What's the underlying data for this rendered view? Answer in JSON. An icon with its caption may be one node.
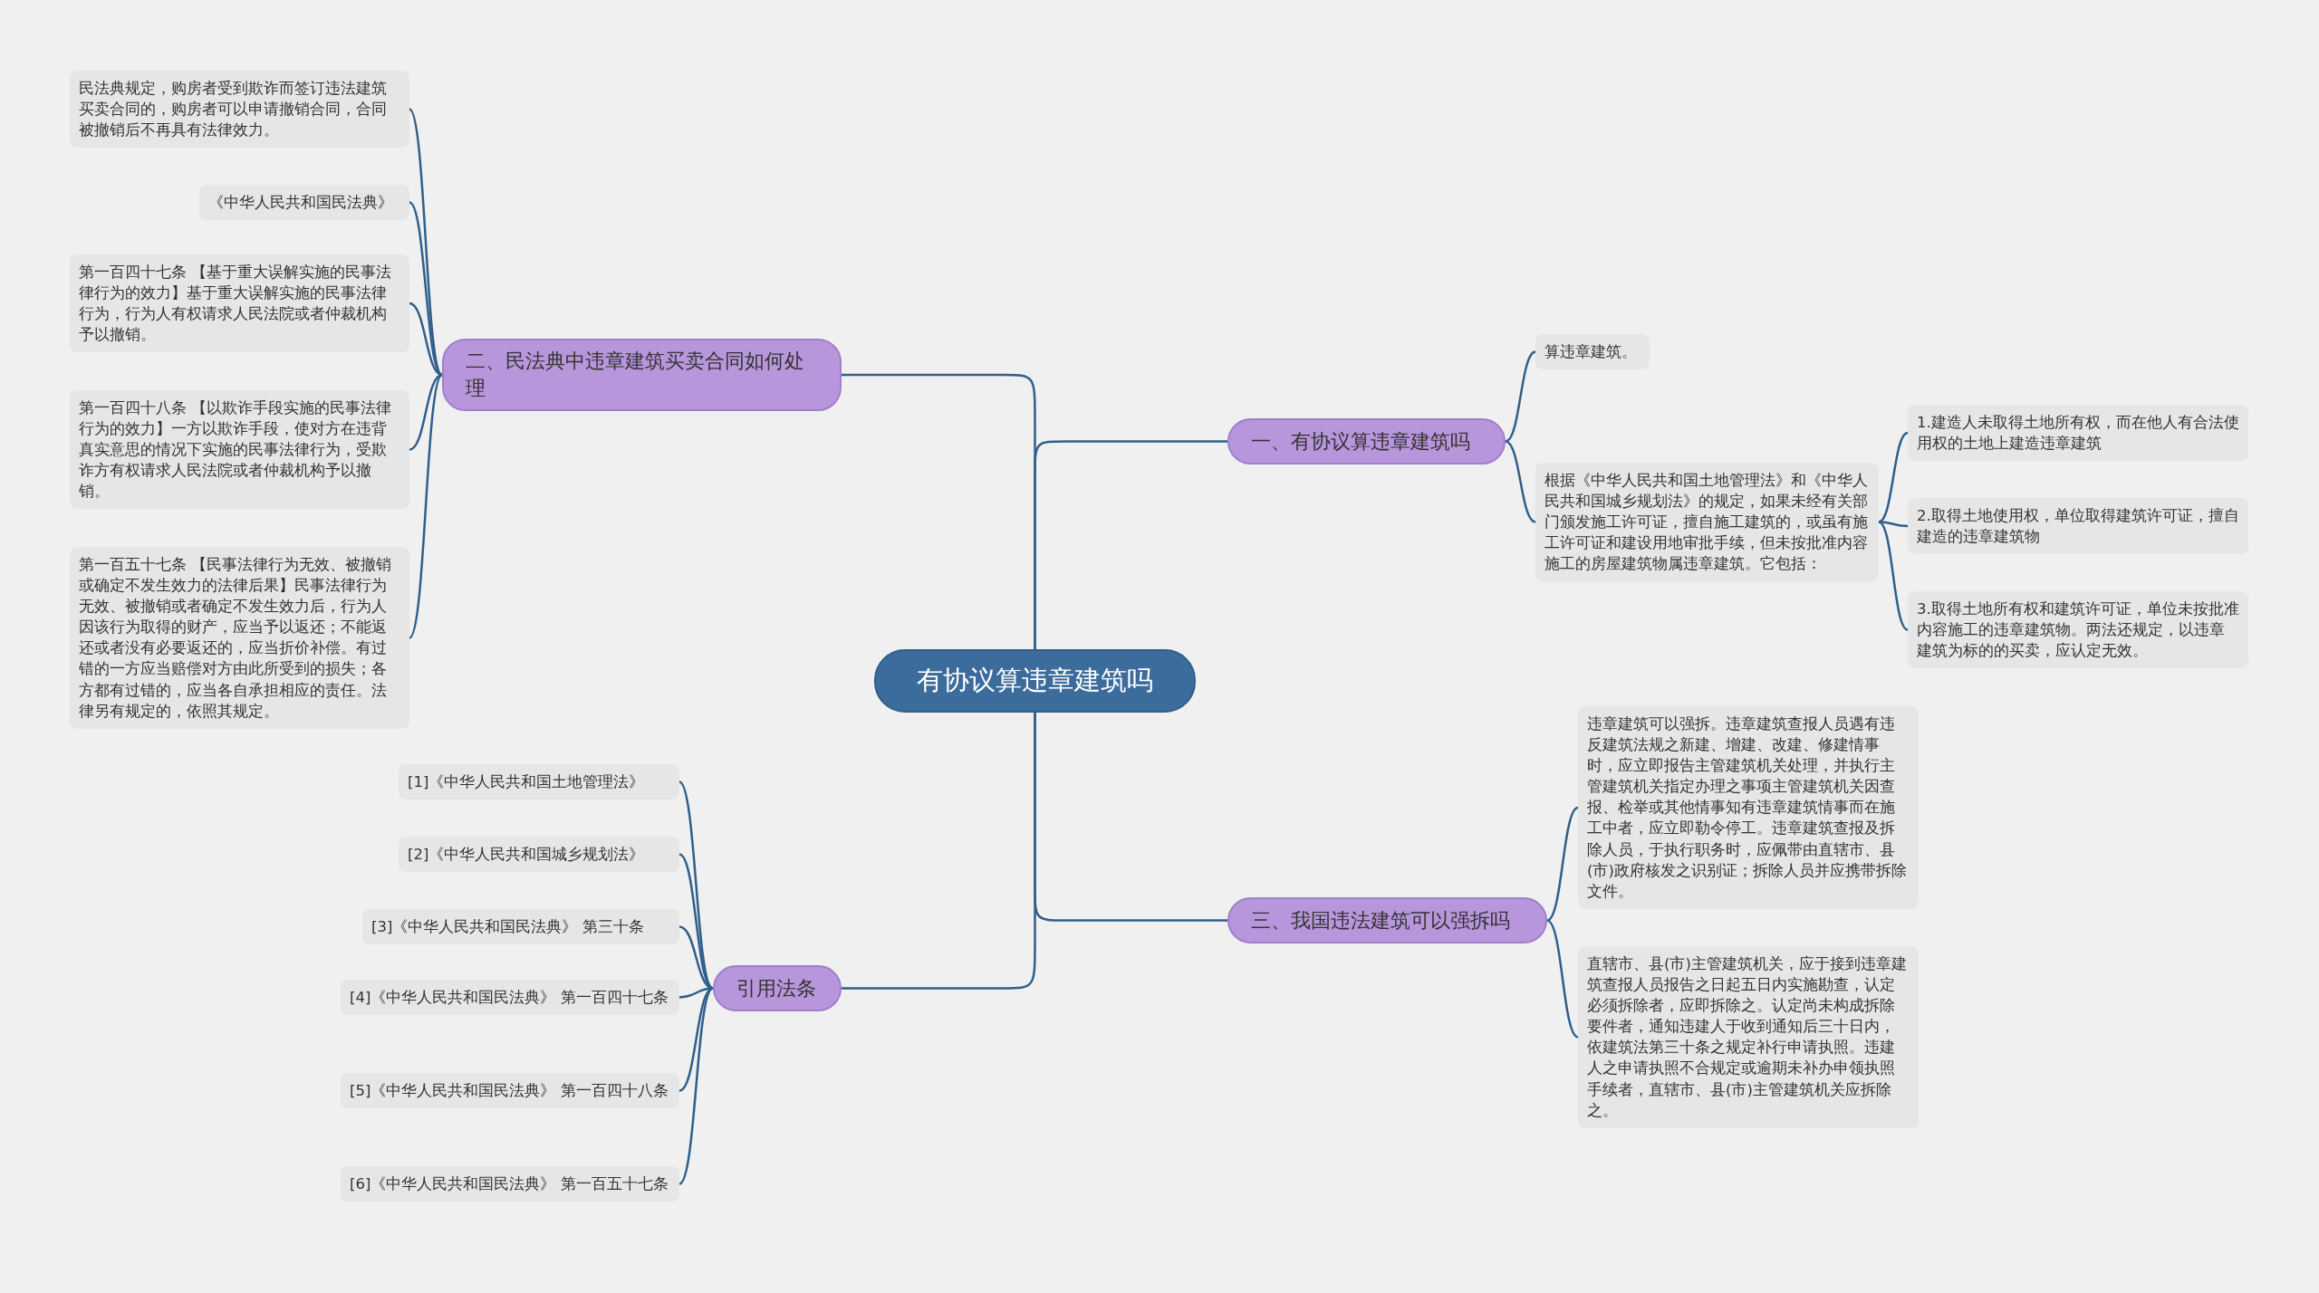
{
  "diagram": {
    "nodes": [
      {
        "text": [
          "有协议算违章建筑吗"
        ]
      },
      {
        "text": [
          "一、有协议算违章建筑吗"
        ]
      },
      {
        "text": [
          "算违章建筑。"
        ]
      },
      {
        "text": [
          "根据《中华人民共和国土地管理法》和《中华人民共和国城乡规划法》的规定，如果未经有关部门颁发施工许可证，擅自施工建筑的，或虽有施工许可证和建设用地审批手续，但未按批准内容施工的房屋建筑物属违章建筑。它包括："
        ]
      },
      {
        "text": [
          "1.建造人未取得土地所有权，而在他人有合法使用权的土地上建造违章建筑"
        ]
      },
      {
        "text": [
          "2.取得土地使用权，单位取得建筑许可证，擅自建造的违章建筑物"
        ]
      },
      {
        "text": [
          "3.取得土地所有权和建筑许可证，单位未按批准内容施工的违章建筑物。两法还规定，以违章建筑为标的的买卖，应认定无效。"
        ]
      },
      {
        "text": [
          "三、我国违法建筑可以强拆吗"
        ]
      },
      {
        "text": [
          "违章建筑可以强拆。违章建筑查报人员遇有违反建筑法规之新建、增建、改建、修建情事时，应立即报告主管建筑机关处理，并执行主管建筑机关指定办理之事项主管建筑机关因查报、检举或其他情事知有违章建筑情事而在施工中者，应立即勒令停工。违章建筑查报及拆除人员，于执行职务时，应佩带由直辖市、县(市)政府核发之识别证；拆除人员并应携带拆除文件。"
        ]
      },
      {
        "text": [
          "直辖市、县(市)主管建筑机关，应于接到违章建筑查报人员报告之日起五日内实施勘查，认定必须拆除者，应即拆除之。认定尚未构成拆除要件者，通知违建人于收到通知后三十日内，依建筑法第三十条之规定补行申请执照。违建人之申请执照不合规定或逾期未补办申领执照手续者，直辖市、县(市)主管建筑机关应拆除之。"
        ]
      },
      {
        "text": [
          "二、民法典中违章建筑买卖合同如何处理"
        ]
      },
      {
        "text": [
          "民法典规定，购房者受到欺诈而签订违法建筑买卖合同的，购房者可以申请撤销合同，合同被撤销后不再具有法律效力。"
        ]
      },
      {
        "text": [
          "《中华人民共和国民法典》"
        ]
      },
      {
        "text": [
          "第一百四十七条 【基于重大误解实施的民事法律行为的效力】基于重大误解实施的民事法律行为，行为人有权请求人民法院或者仲裁机构予以撤销。"
        ]
      },
      {
        "text": [
          "第一百四十八条 【以欺诈手段实施的民事法律行为的效力】一方以欺诈手段，使对方在违背真实意思的情况下实施的民事法律行为，受欺诈方有权请求人民法院或者仲裁机构予以撤销。"
        ]
      },
      {
        "text": [
          "第一百五十七条 【民事法律行为无效、被撤销或确定不发生效力的法律后果】民事法律行为无效、被撤销或者确定不发生效力后，行为人因该行为取得的财产，应当予以返还；不能返还或者没有必要返还的，应当折价补偿。有过错的一方应当赔偿对方由此所受到的损失；各方都有过错的，应当各自承担相应的责任。法律另有规定的，依照其规定。"
        ]
      },
      {
        "text": [
          "引用法条"
        ]
      },
      {
        "text": [
          "[1]《中华人民共和国土地管理法》"
        ]
      },
      {
        "text": [
          "[2]《中华人民共和国城乡规划法》"
        ]
      },
      {
        "text": [
          "[3]《中华人民共和国民法典》 第三十条"
        ]
      },
      {
        "text": [
          "[4]《中华人民共和国民法典》 第一百四十七条"
        ]
      },
      {
        "text": [
          "[5]《中华人民共和国民法典》 第一百四十八条"
        ]
      },
      {
        "text": [
          "[6]《中华人民共和国民法典》 第一百五十七条"
        ]
      }
    ],
    "edges": [
      {
        "from": 0,
        "to": 1,
        "arrow": "none"
      },
      {
        "from": 1,
        "to": 2,
        "arrow": "none"
      },
      {
        "from": 1,
        "to": 3,
        "arrow": "none"
      },
      {
        "from": 3,
        "to": 4,
        "arrow": "none"
      },
      {
        "from": 3,
        "to": 5,
        "arrow": "none"
      },
      {
        "from": 3,
        "to": 6,
        "arrow": "none"
      },
      {
        "from": 0,
        "to": 7,
        "arrow": "none"
      },
      {
        "from": 7,
        "to": 8,
        "arrow": "none"
      },
      {
        "from": 7,
        "to": 9,
        "arrow": "none"
      },
      {
        "from": 0,
        "to": 10,
        "arrow": "none"
      },
      {
        "from": 10,
        "to": 11,
        "arrow": "none"
      },
      {
        "from": 10,
        "to": 12,
        "arrow": "none"
      },
      {
        "from": 10,
        "to": 13,
        "arrow": "none"
      },
      {
        "from": 10,
        "to": 14,
        "arrow": "none"
      },
      {
        "from": 10,
        "to": 15,
        "arrow": "none"
      },
      {
        "from": 0,
        "to": 16,
        "arrow": "none"
      },
      {
        "from": 16,
        "to": 17,
        "arrow": "none"
      },
      {
        "from": 16,
        "to": 18,
        "arrow": "none"
      },
      {
        "from": 16,
        "to": 19,
        "arrow": "none"
      },
      {
        "from": 16,
        "to": 20,
        "arrow": "none"
      },
      {
        "from": 16,
        "to": 21,
        "arrow": "none"
      },
      {
        "from": 16,
        "to": 22,
        "arrow": "none"
      }
    ]
  }
}
